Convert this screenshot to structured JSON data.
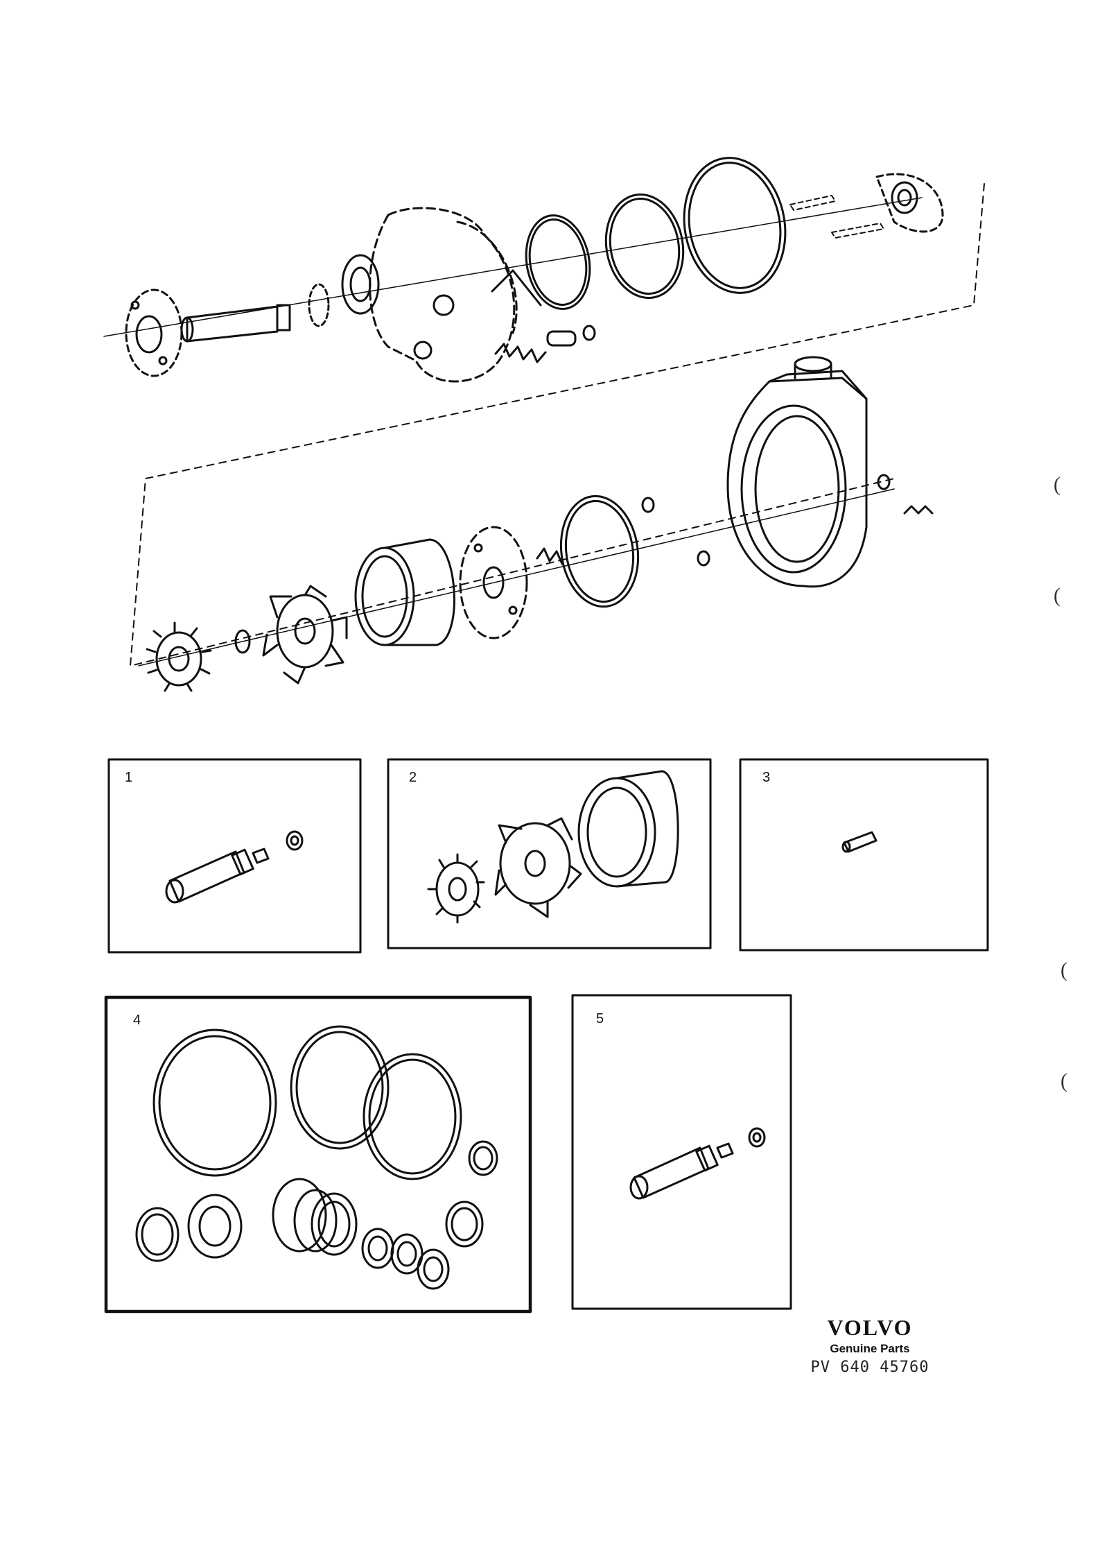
{
  "boxes": [
    {
      "label": "1"
    },
    {
      "label": "2"
    },
    {
      "label": "3"
    },
    {
      "label": "4"
    },
    {
      "label": "5"
    }
  ],
  "margin_marks": [
    "(",
    "(",
    "(",
    "("
  ],
  "brand": {
    "logo": "VOLVO",
    "tagline": "Genuine Parts",
    "code": "PV 640  45760"
  },
  "icons": [
    "pump-exploded-view",
    "reservoir",
    "shaft-kit",
    "rotor-kit",
    "pin",
    "seal-kit",
    "shaft-kit-alt"
  ]
}
